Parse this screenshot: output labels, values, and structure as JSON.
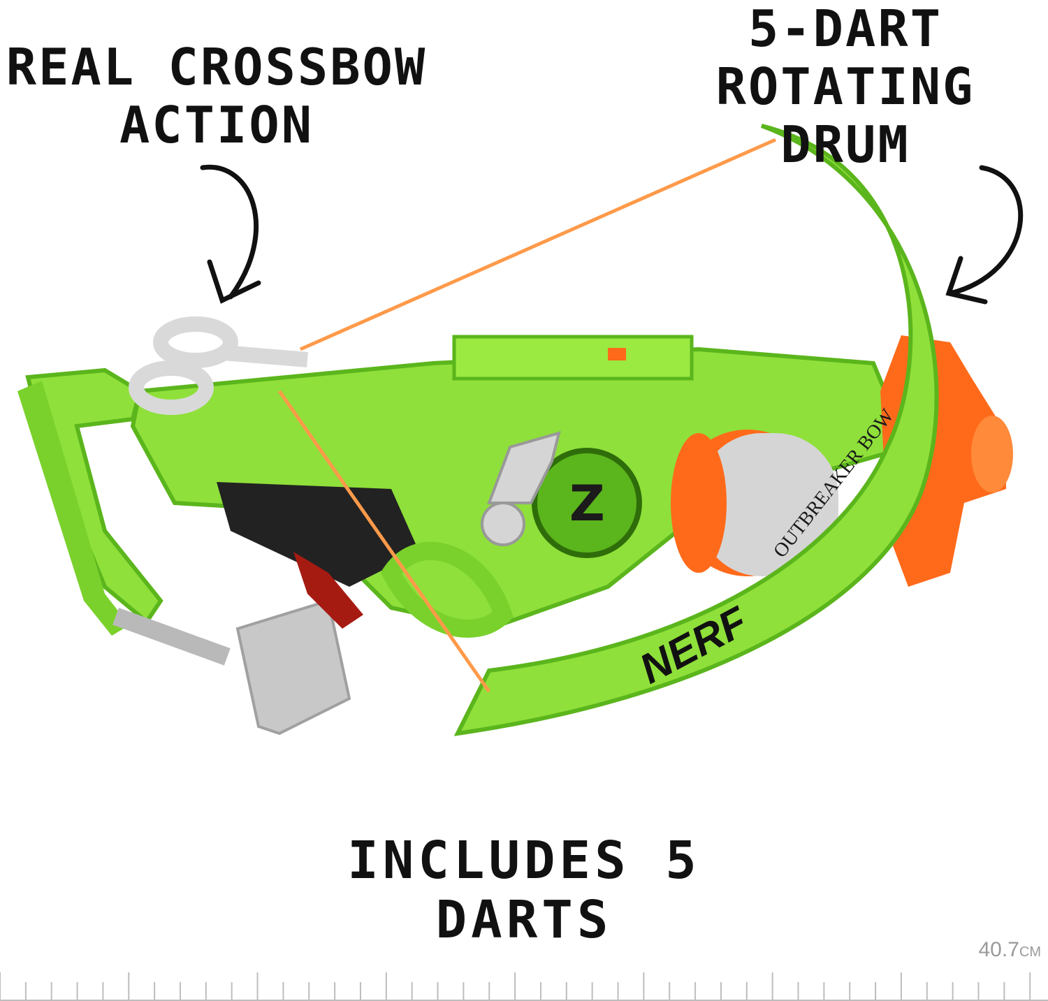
{
  "callouts": {
    "left": {
      "line1": "REAL CROSSBOW",
      "line2": "ACTION"
    },
    "right": {
      "line1": "5-DART",
      "line2": "ROTATING DRUM"
    },
    "bottom": "INCLUDES 5 DARTS"
  },
  "product": {
    "brand_mark_text": "NERF",
    "model_text": "OUTBREAKER BOW",
    "colors": {
      "body": "#8fe03a",
      "body_dark": "#5bb51c",
      "accent_orange": "#ff6a1a",
      "drum_grey": "#d5d5d5",
      "handle_grey": "#c8c8c8",
      "trigger_red": "#a51b12",
      "string": "#ff9a4a",
      "black_parts": "#222222"
    }
  },
  "measurement": {
    "value": "40.7",
    "unit": "CM"
  },
  "colors": {
    "text": "#111111",
    "ruler": "#bdbdbd",
    "measure_text": "#9a9a9a",
    "background": "#ffffff"
  }
}
